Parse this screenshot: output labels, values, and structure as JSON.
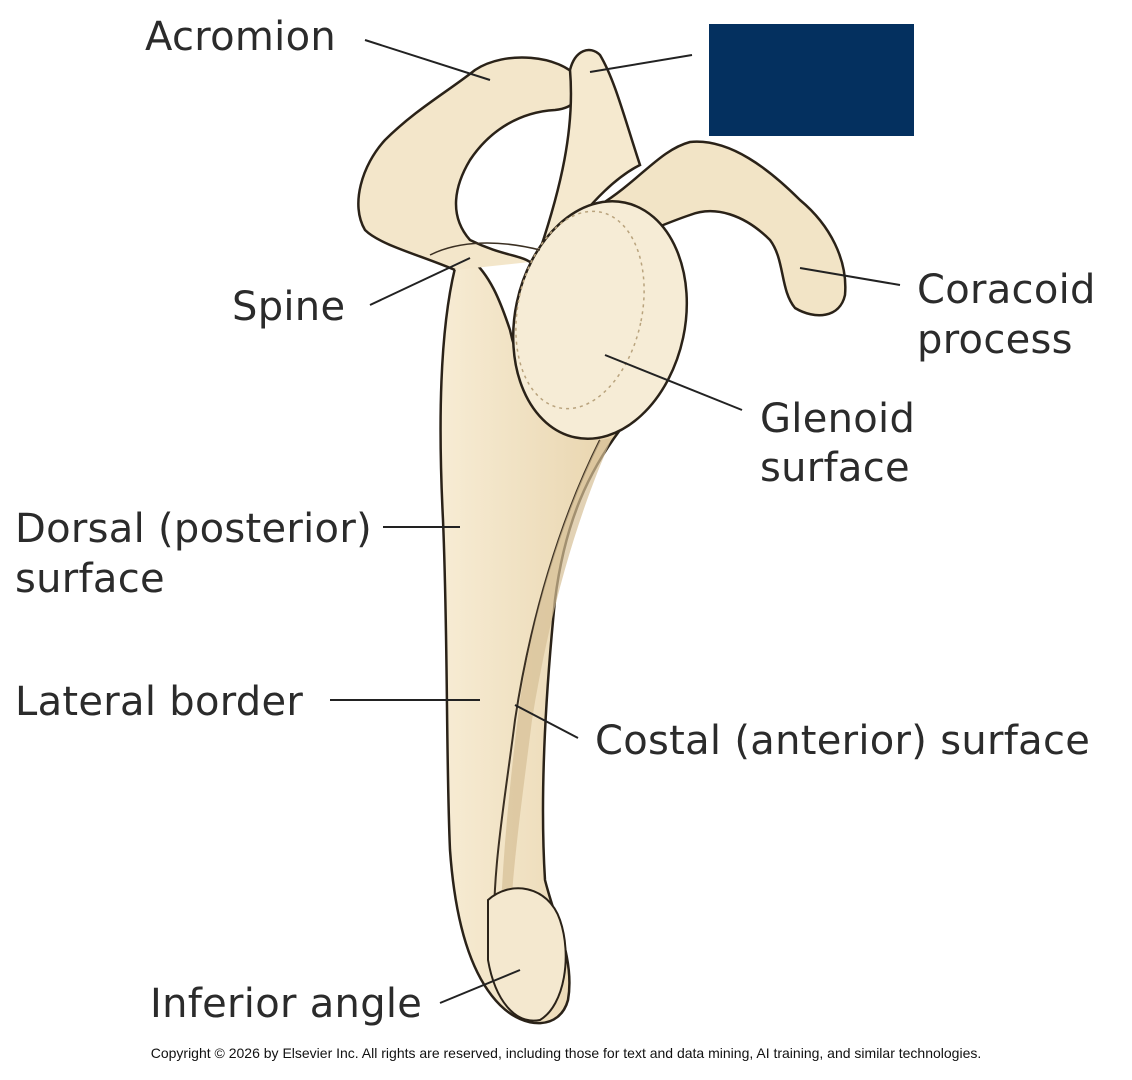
{
  "labels": {
    "acromion": "Acromion",
    "spine": "Spine",
    "coracoid_line1": "Coracoid",
    "coracoid_line2": "process",
    "glenoid_line1": "Glenoid",
    "glenoid_line2": "surface",
    "dorsal_line1": "Dorsal (posterior)",
    "dorsal_line2": "surface",
    "lateral_border": "Lateral border",
    "costal_surface": "Costal (anterior) surface",
    "inferior_angle": "Inferior angle"
  },
  "copyright": "Copyright © 2026 by Elsevier Inc. All rights are reserved, including those for text and data mining, AI training, and similar technologies.",
  "colors": {
    "bone": "#f1e3c6",
    "bone_shadow": "#d9c49c",
    "outline": "#2a2218",
    "label_text": "#2b2b2b",
    "cover_box": "#04305f"
  }
}
